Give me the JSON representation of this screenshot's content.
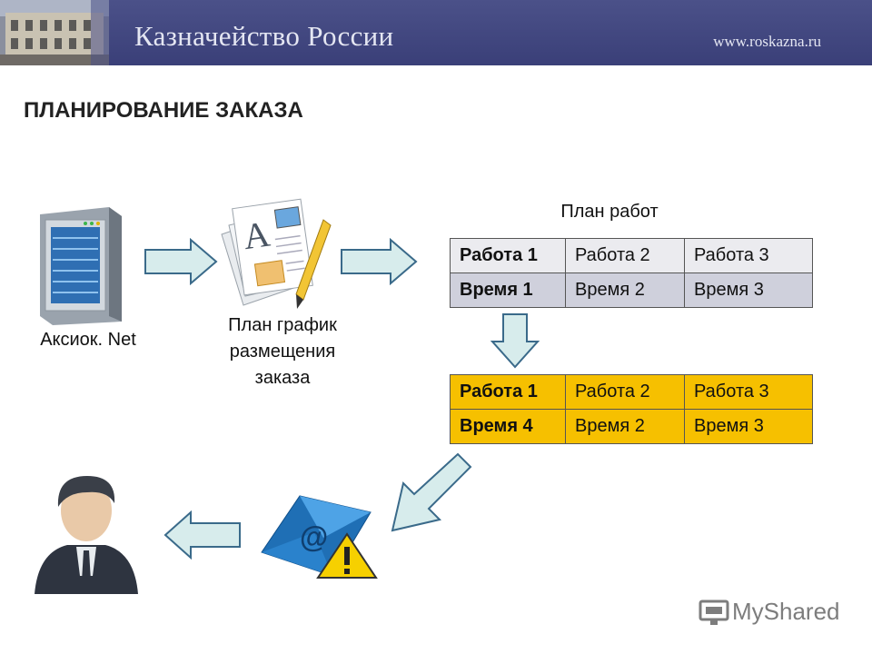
{
  "header": {
    "title": "Казначейство России",
    "url": "www.roskazna.ru"
  },
  "page_title": "ПЛАНИРОВАНИЕ ЗАКАЗА",
  "nodes": {
    "server_label": "Аксиок. Net",
    "document_label_lines": [
      "План график",
      "размещения",
      "заказа"
    ],
    "plan_label": "План работ"
  },
  "table_plan": {
    "rows": [
      [
        "Работа 1",
        "Работа 2",
        "Работа 3"
      ],
      [
        "Время 1",
        "Время 2",
        "Время 3"
      ]
    ]
  },
  "table_updated": {
    "rows": [
      [
        "Работа 1",
        "Работа 2",
        "Работа 3"
      ],
      [
        "Время 4",
        "Время 2",
        "Время 3"
      ]
    ]
  },
  "watermark": {
    "text": "MyShared"
  },
  "colors": {
    "header": "#3f447e",
    "arrow_fill": "#d7ecec",
    "arrow_stroke": "#3a6a8a",
    "highlight": "#f6c000",
    "table_gray": "#cfd0dc"
  },
  "icons": [
    "server-icon",
    "document-icon",
    "email-warning-icon",
    "user-icon",
    "watermark-logo-icon"
  ]
}
